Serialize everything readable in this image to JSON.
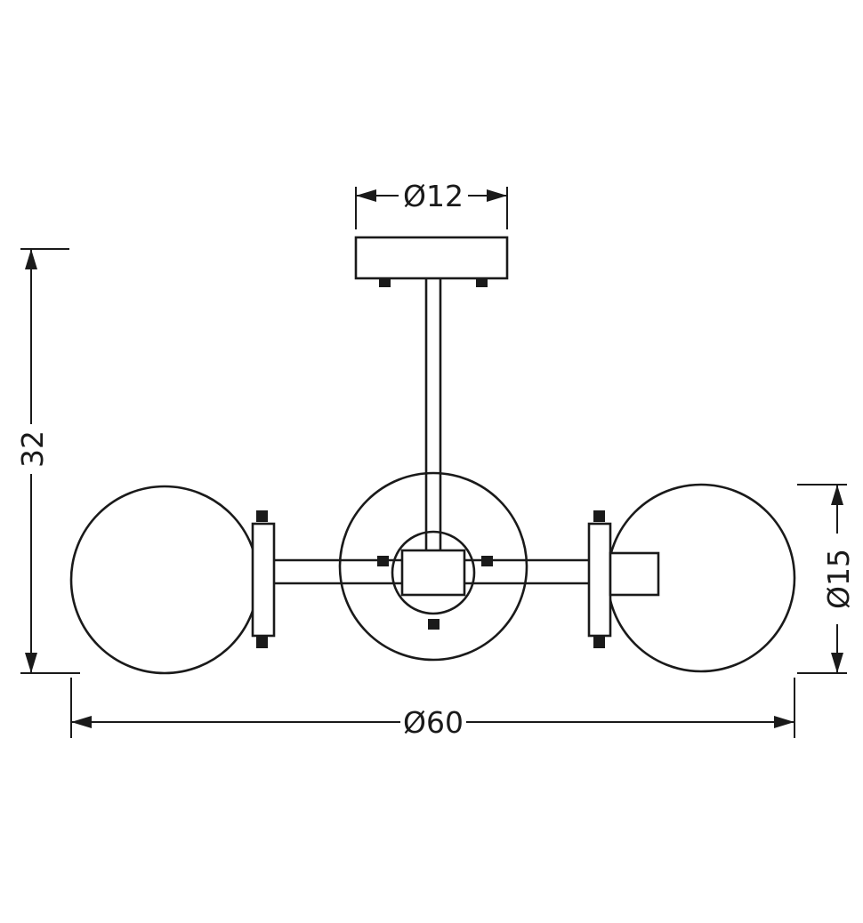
{
  "drawing": {
    "labels": {
      "top_width": "Ø12",
      "left_height": "32",
      "bottom_width": "Ø60",
      "right_globe_diameter": "Ø15"
    },
    "colors": {
      "line": "#1a1a1a",
      "background": "#ffffff"
    }
  }
}
